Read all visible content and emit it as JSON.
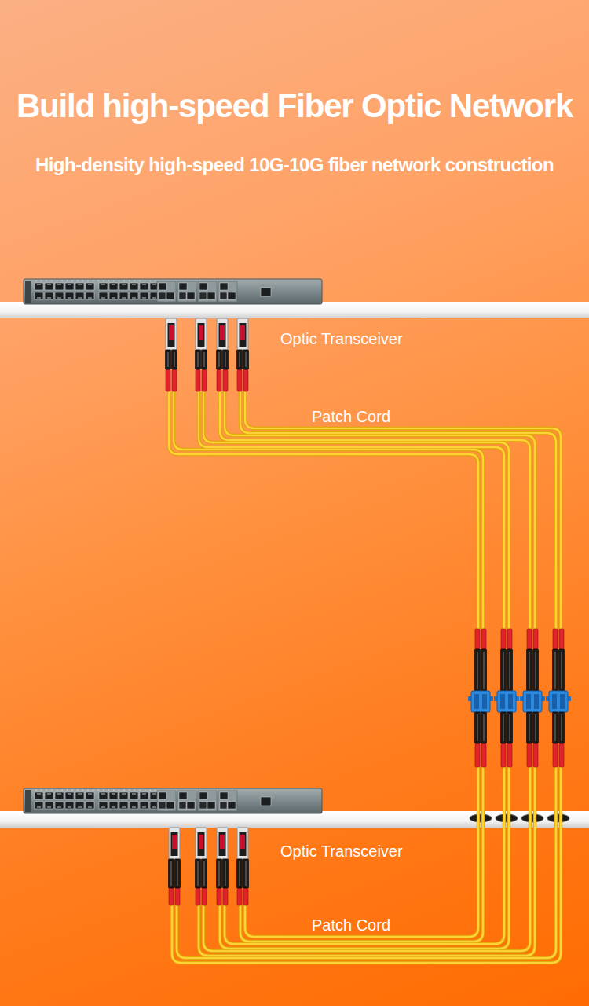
{
  "diagram": {
    "title": "Build high-speed Fiber Optic Network",
    "labels": [
      "High-density high-speed 10G-10G fiber network construction",
      "Optic Transceiver",
      "Patch Cord",
      "Optic Transceiver",
      "Patch Cord"
    ]
  }
}
